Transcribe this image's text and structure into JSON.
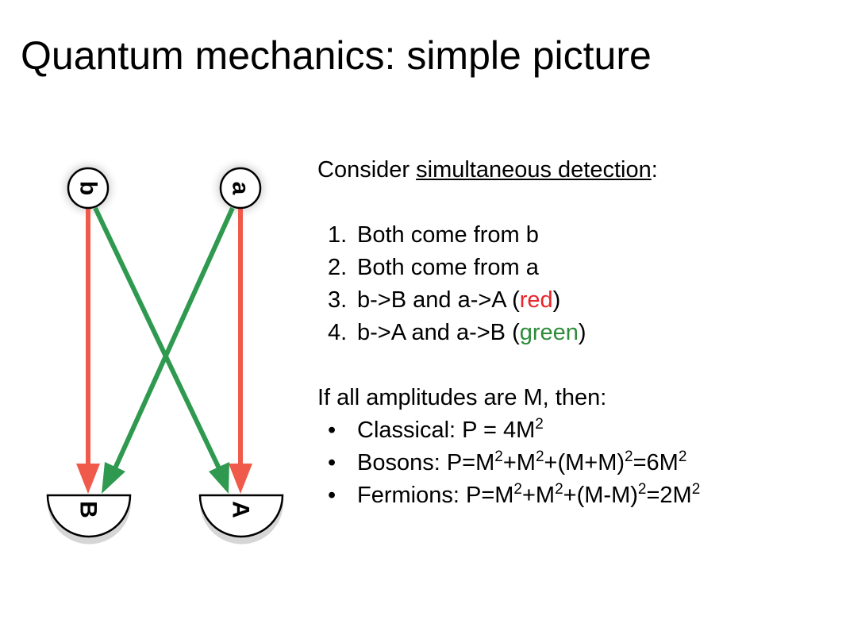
{
  "slide": {
    "title": "Quantum mechanics: simple picture"
  },
  "diagram": {
    "sources": {
      "b_label": "b",
      "a_label": "a"
    },
    "detectors": {
      "B_label": "B",
      "A_label": "A"
    },
    "colors": {
      "red_path": "#f05a4a",
      "green_path": "#2f9a4f"
    }
  },
  "text": {
    "intro_prefix": "Consider ",
    "intro_underlined": "simultaneous detection",
    "intro_suffix": ":",
    "list": [
      {
        "num": "1.",
        "text": "Both come from b"
      },
      {
        "num": "2.",
        "text": "Both come from a"
      },
      {
        "num": "3.",
        "text_prefix": "b->B and a->A (",
        "colored": "red",
        "text_suffix": ")"
      },
      {
        "num": "4.",
        "text_prefix": "b->A and a->B (",
        "colored": "green",
        "text_suffix": ")"
      }
    ],
    "condition": "If all amplitudes are M, then:",
    "bullet": "•",
    "classical": {
      "prefix": "Classical:  P = 4M",
      "sup": "2"
    },
    "bosons": {
      "label": "Bosons: P=M",
      "p2": "+M",
      "p3": "+(M+M)",
      "p4": "=6M",
      "sup": "2"
    },
    "fermions": {
      "label": "Fermions: P=M",
      "p2": "+M",
      "p3": "+(M-M)",
      "p4": "=2M",
      "sup": "2"
    }
  }
}
